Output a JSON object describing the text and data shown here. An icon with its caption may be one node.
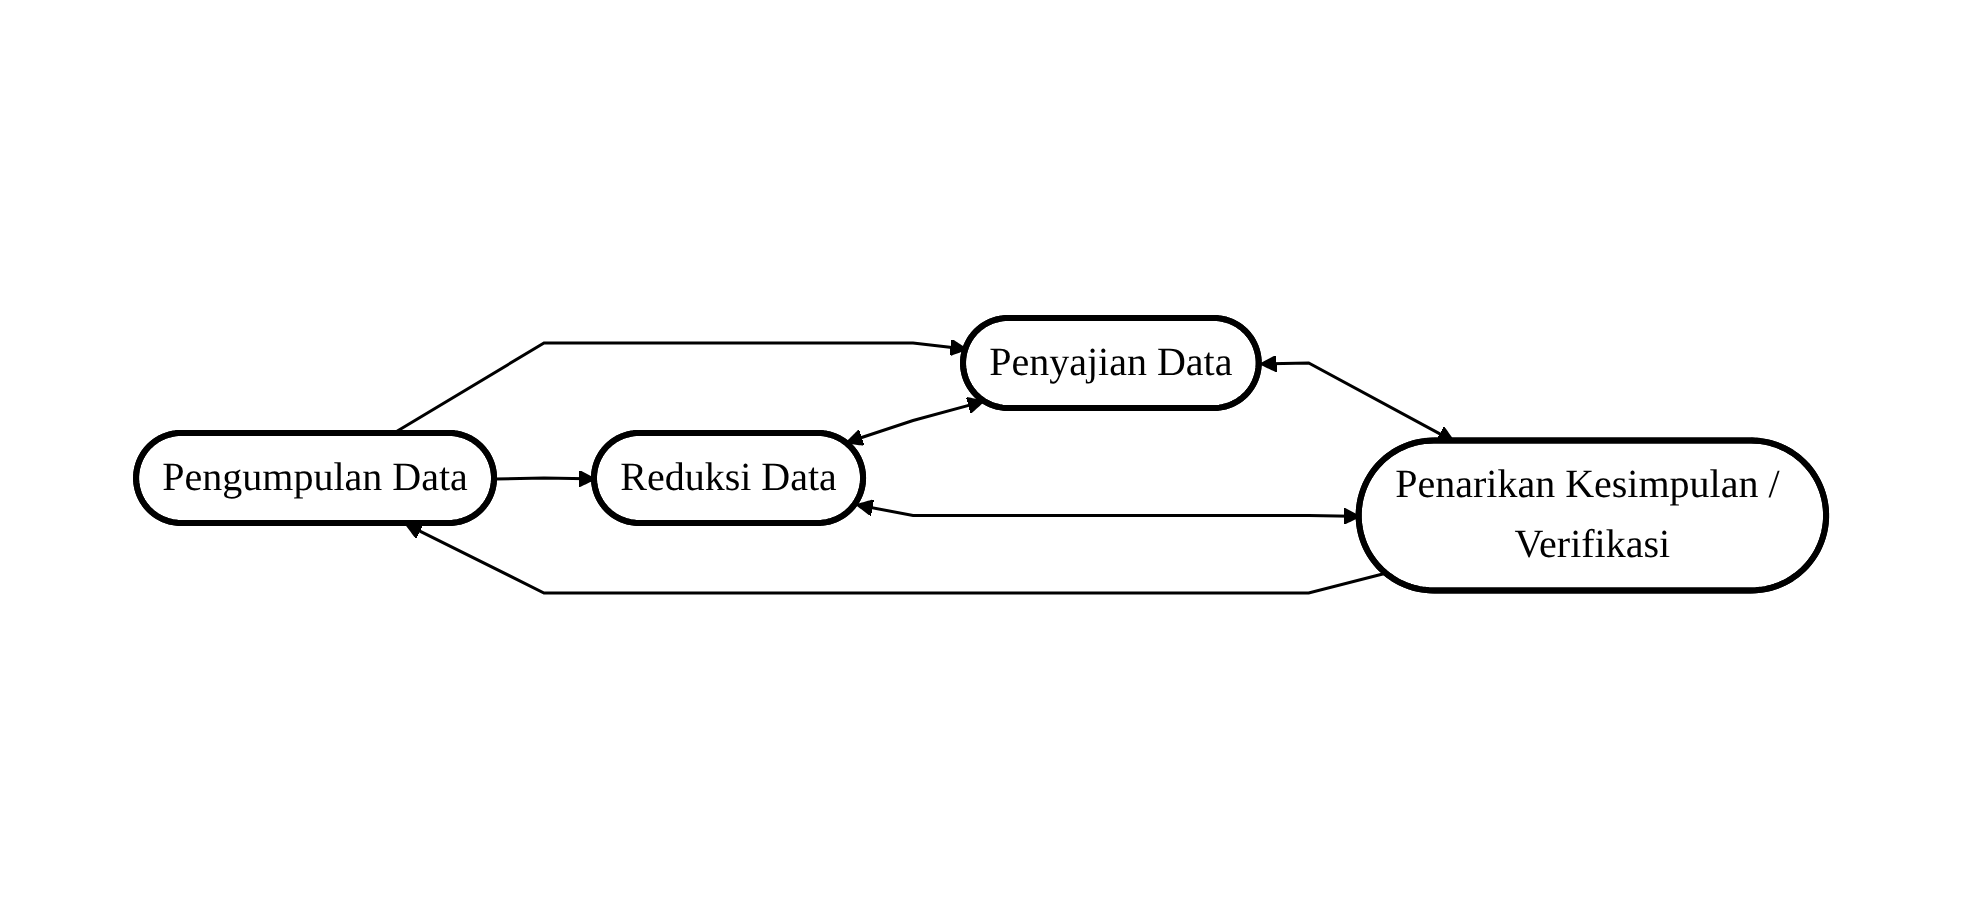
{
  "diagram": {
    "nodes": [
      {
        "text": [
          "Pengumpulan Data"
        ]
      },
      {
        "text": [
          "Penyajian Data"
        ]
      },
      {
        "text": [
          "Reduksi Data"
        ]
      },
      {
        "text": [
          "Penarikan Kesimpulan / Verifikasi"
        ]
      }
    ],
    "edges": [
      {
        "from": 0,
        "to": 1,
        "arrow": "to"
      },
      {
        "from": 0,
        "to": 2,
        "arrow": "to"
      },
      {
        "from": 2,
        "to": 1,
        "arrow": "both"
      },
      {
        "from": 1,
        "to": 3,
        "arrow": "both"
      },
      {
        "from": 2,
        "to": 3,
        "arrow": "both"
      },
      {
        "from": 3,
        "to": 0,
        "arrow": "to"
      }
    ]
  }
}
